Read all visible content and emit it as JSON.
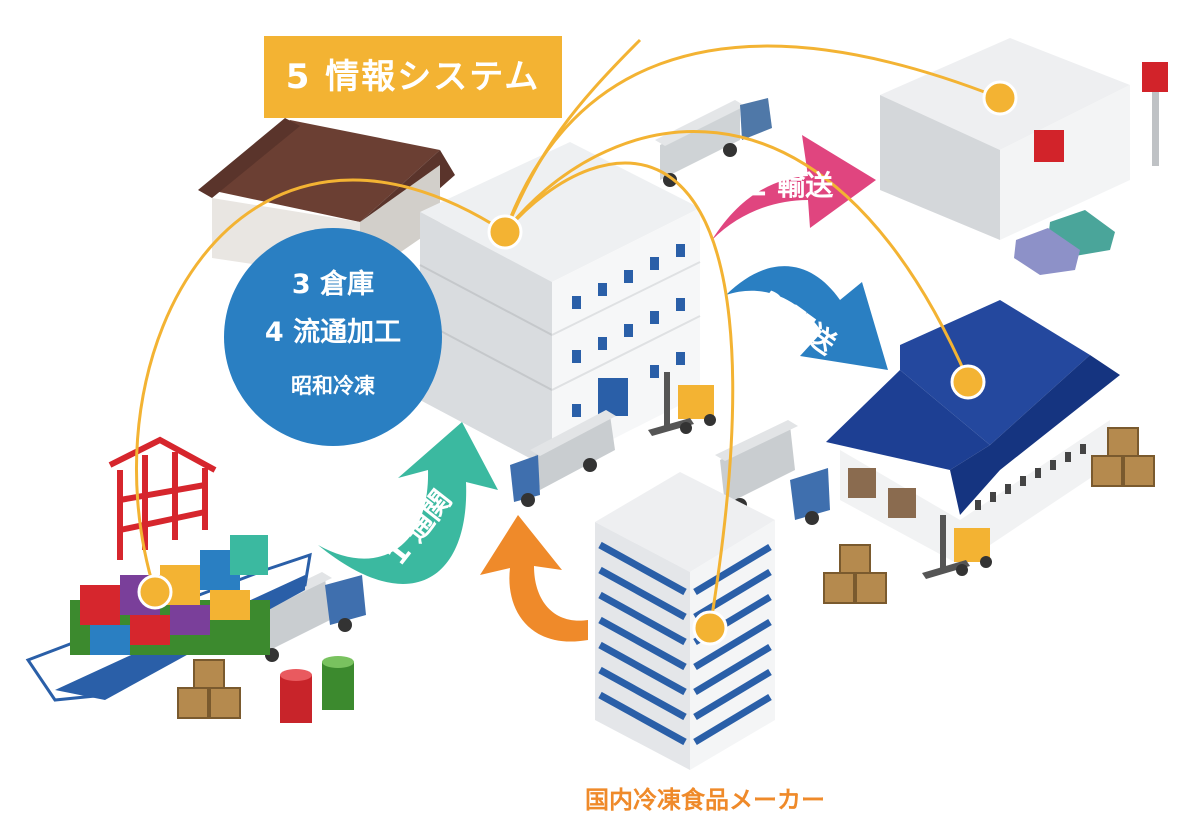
{
  "labels": {
    "info_system": "5 情報システム",
    "warehouse": "3 倉庫",
    "processing": "4 流通加工",
    "company": "昭和冷凍",
    "transport": "2 輸送",
    "delivery": "2 配送",
    "customs": "1 通関",
    "maker": "国内冷凍食品メーカー"
  },
  "colors": {
    "info": "#f3b333",
    "circle": "#2a7fc2",
    "transport": "#e0457f",
    "delivery": "#2a7fc2",
    "customs": "#3bb9a0",
    "maker_arrow": "#ef8a2a",
    "connector": "#f3b333"
  }
}
